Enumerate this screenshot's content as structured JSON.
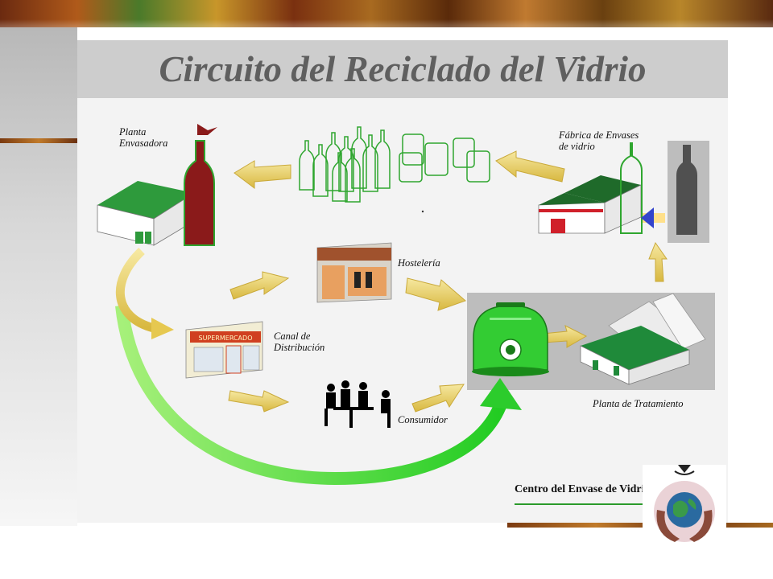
{
  "slide": {
    "title": "Circuito del Reciclado del Vidrio",
    "labels": {
      "planta_envasadora": [
        "Planta",
        "Envasadora"
      ],
      "fabrica": [
        "Fábrica de Envases",
        "de vidrio"
      ],
      "hosteleria": "Hostelería",
      "canal": [
        "Canal de",
        "Distribución"
      ],
      "consumidor": "Consumidor",
      "planta_tratamiento": "Planta de Tratamiento",
      "shop_sign": "SUPERMERCADO"
    },
    "footer": "Centro del Envase de Vidrio"
  },
  "colors": {
    "arrow_yellow": "#e8d060",
    "arrow_green": "#33dd33",
    "glass_green": "#2fa62f",
    "bottle_red": "#8a1a1a",
    "container_green": "#33cc33",
    "roof_green": "#1f8a3a"
  },
  "icons": [
    "recycling-container-icon",
    "glass-bottle-icon",
    "factory-icon",
    "shop-icon",
    "bar-icon",
    "people-icon",
    "globe-hands-logo-icon"
  ]
}
